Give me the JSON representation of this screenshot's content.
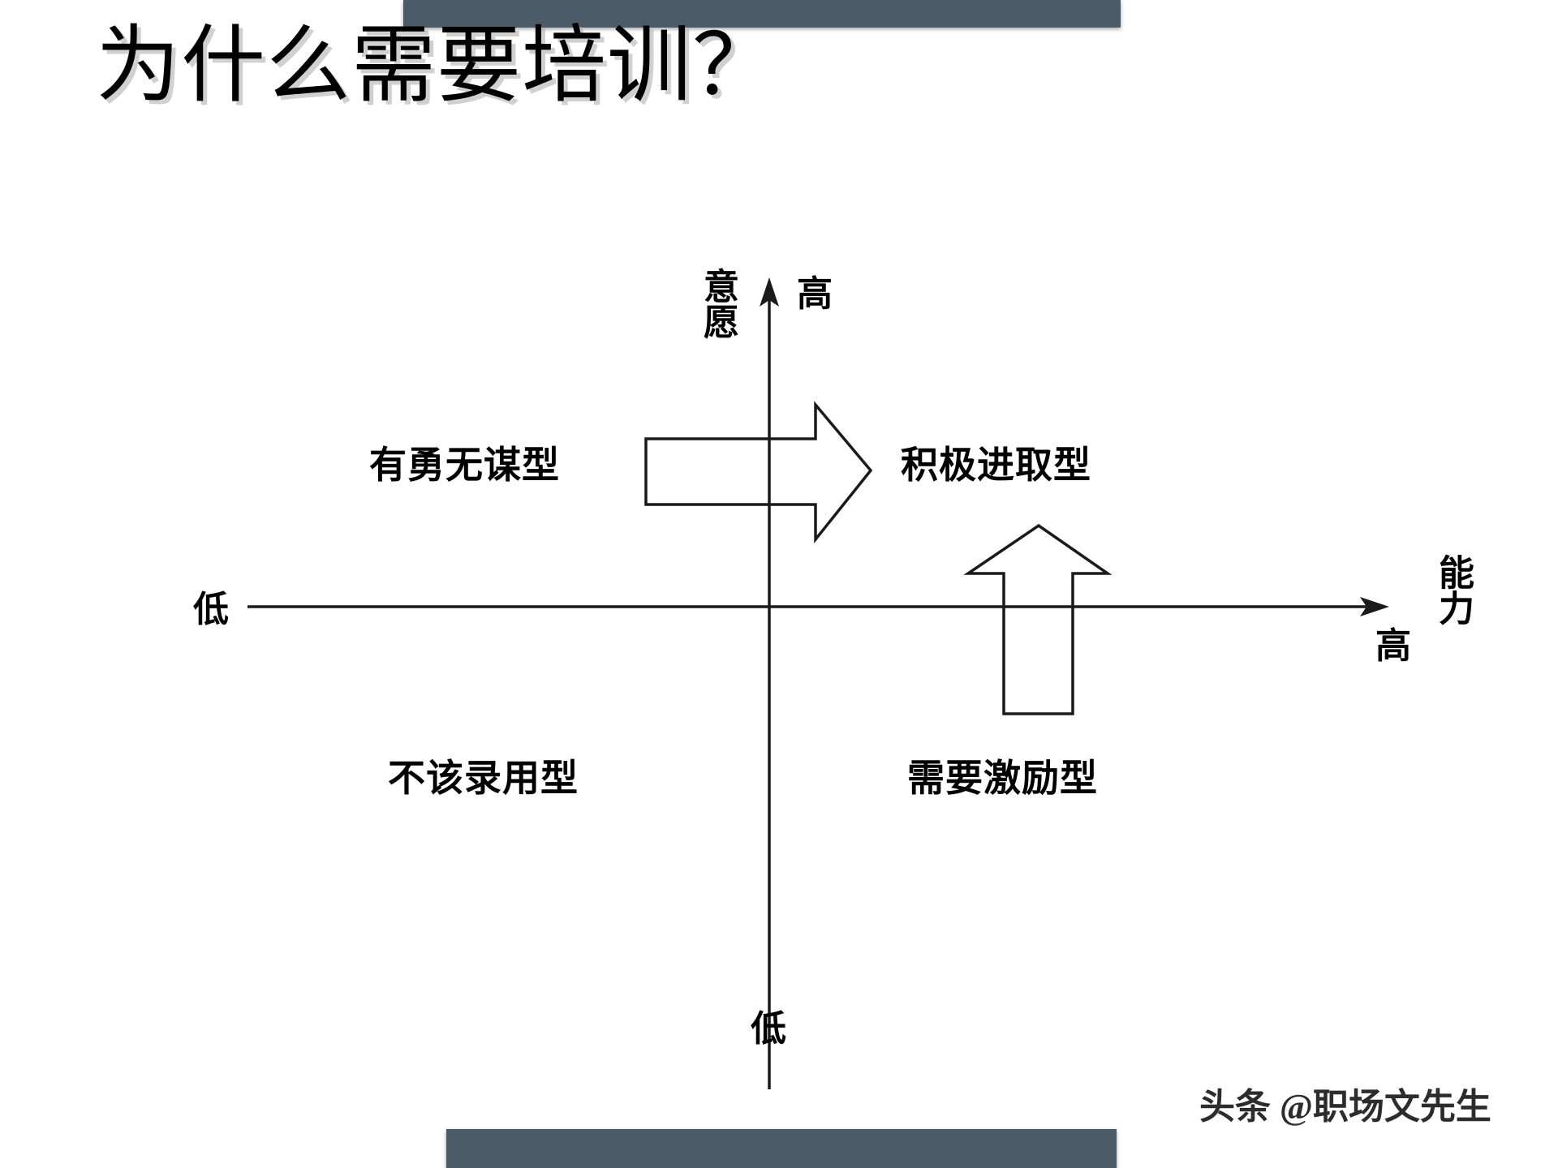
{
  "slide": {
    "title": "为什么需要培训？",
    "watermark": "头条 @职场文先生",
    "background_color": "#ffffff",
    "accent_color": "#4c5b69"
  },
  "decor": {
    "top_bar_label": "top-decorative-bar",
    "bottom_bar_label": "bottom-decorative-bar"
  },
  "chart_data": {
    "type": "scatter",
    "title": "为什么需要培训？",
    "xlabel": "能力",
    "ylabel": "意愿",
    "x_axis": {
      "name": "能力",
      "low_label": "低",
      "high_label": "高"
    },
    "y_axis": {
      "name": "意愿",
      "low_label": "低",
      "high_label": "高"
    },
    "grid": false,
    "legend": "none",
    "quadrants": [
      {
        "id": "upper-left",
        "label": "有勇无谋型",
        "willingness": "高",
        "ability": "低"
      },
      {
        "id": "upper-right",
        "label": "积极进取型",
        "willingness": "高",
        "ability": "高"
      },
      {
        "id": "lower-left",
        "label": "不该录用型",
        "willingness": "低",
        "ability": "低"
      },
      {
        "id": "lower-right",
        "label": "需要激励型",
        "willingness": "低",
        "ability": "高"
      }
    ],
    "annotations": [
      {
        "id": "arrow-right",
        "shape": "block-arrow",
        "direction": "right",
        "from_quadrant": "有勇无谋型",
        "to_quadrant": "积极进取型"
      },
      {
        "id": "arrow-up",
        "shape": "block-arrow",
        "direction": "up",
        "from_quadrant": "需要激励型",
        "to_quadrant": "积极进取型"
      }
    ]
  }
}
